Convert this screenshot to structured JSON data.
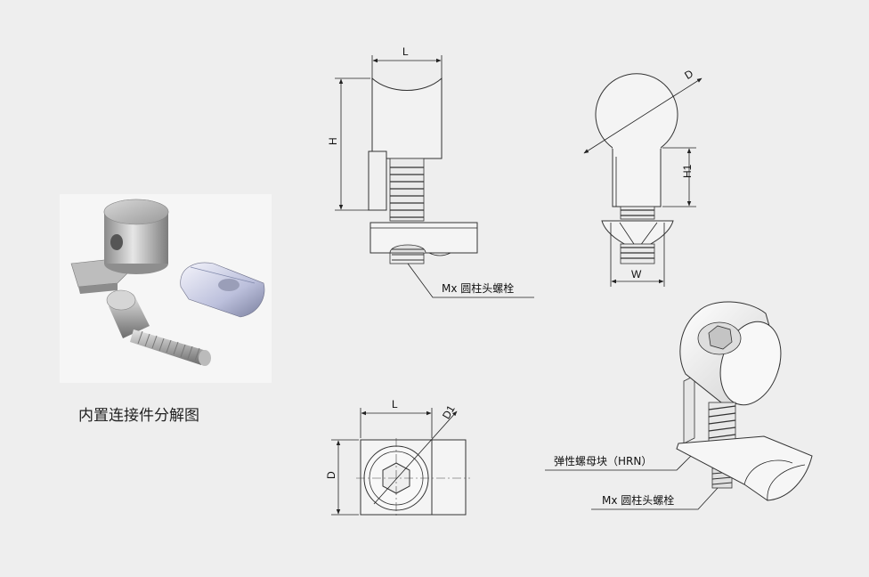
{
  "photo": {
    "caption": "内置连接件分解图"
  },
  "side_view": {
    "dim_width": "L",
    "dim_height": "H",
    "callout": "Mx 圆柱头螺栓"
  },
  "front_view": {
    "dim_diameter": "D",
    "dim_height": "H1",
    "dim_width": "W"
  },
  "top_view": {
    "dim_width": "L",
    "dim_hole": "D1",
    "dim_height": "D"
  },
  "iso_view": {
    "callout_nut": "弹性螺母块（HRN）",
    "callout_bolt": "Mx 圆柱头螺栓"
  }
}
